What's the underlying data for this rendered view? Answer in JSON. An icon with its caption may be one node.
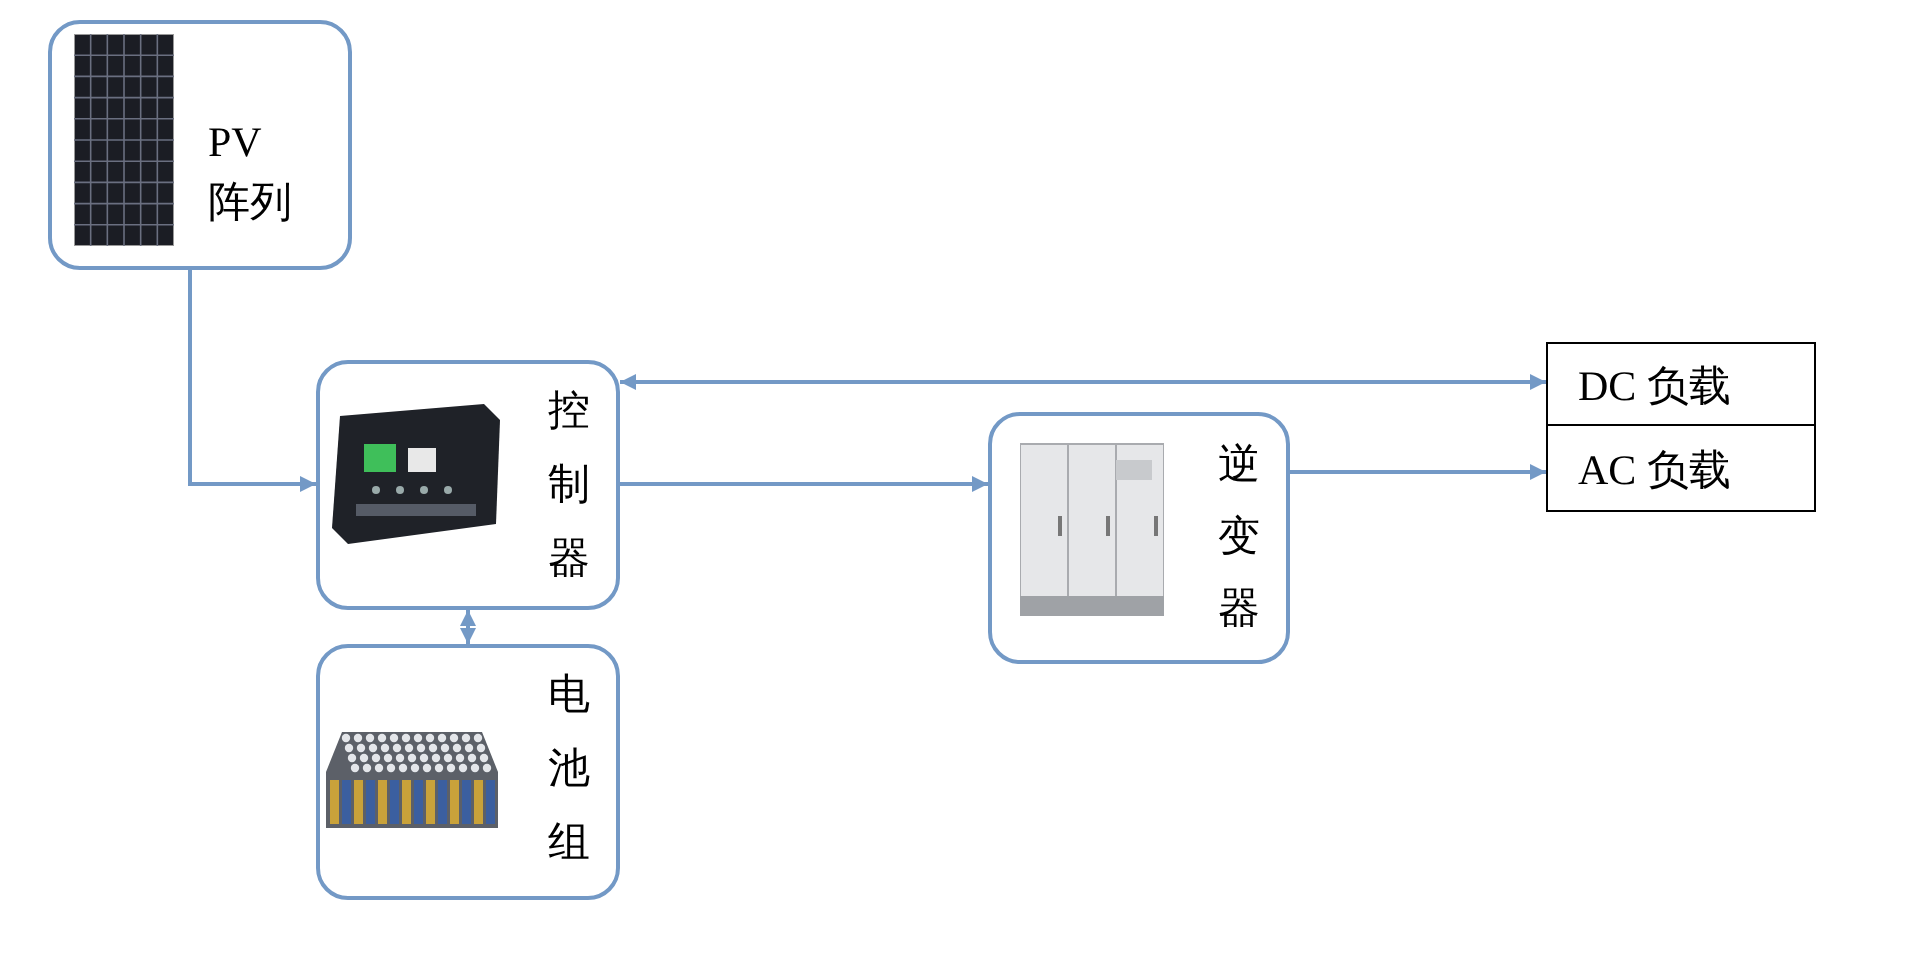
{
  "diagram": {
    "nodes": [
      {
        "text": [
          "PV 阵列"
        ]
      },
      {
        "text": [
          "控制器"
        ]
      },
      {
        "text": [
          "电池组"
        ]
      },
      {
        "text": [
          "逆变器"
        ]
      },
      {
        "text": [
          "DC 负载"
        ]
      },
      {
        "text": [
          "AC 负载"
        ]
      }
    ],
    "edges": [
      {
        "from": 0,
        "to": 1,
        "arrow": "to"
      },
      {
        "from": 1,
        "to": 4,
        "arrow": "both"
      },
      {
        "from": 1,
        "to": 3,
        "arrow": "to"
      },
      {
        "from": 1,
        "to": 2,
        "arrow": "both"
      },
      {
        "from": 3,
        "to": 5,
        "arrow": "to"
      }
    ]
  }
}
